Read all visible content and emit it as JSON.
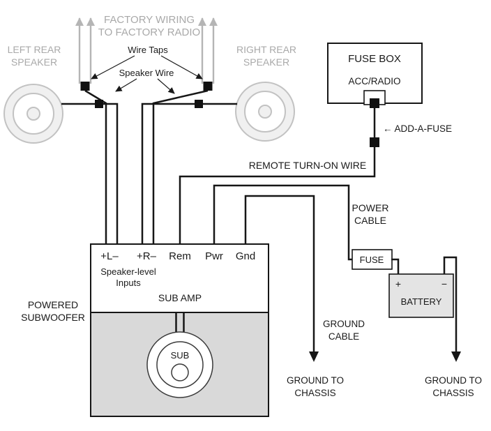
{
  "colors": {
    "teal": "#1e87a8",
    "maroon": "#8e2143",
    "gray": "#a9a9a9",
    "black": "#161616"
  },
  "labels": {
    "factory_wiring_1": "FACTORY WIRING",
    "factory_wiring_2": "TO FACTORY RADIO",
    "left_speaker_1": "LEFT REAR",
    "left_speaker_2": "SPEAKER",
    "right_speaker_1": "RIGHT REAR",
    "right_speaker_2": "SPEAKER",
    "wire_taps": "Wire Taps",
    "speaker_wire": "Speaker Wire",
    "fuse_box": "FUSE BOX",
    "acc_radio": "ACC/RADIO",
    "add_a_fuse": "← ADD-A-FUSE",
    "remote_turn_on": "REMOTE TURN-ON WIRE",
    "power_cable_1": "POWER",
    "power_cable_2": "CABLE",
    "fuse": "FUSE",
    "battery": "BATTERY",
    "battery_plus": "+",
    "battery_minus": "−",
    "term_left": "+L–",
    "term_right": "+R–",
    "term_rem": "Rem",
    "term_pwr": "Pwr",
    "term_gnd": "Gnd",
    "speaker_level_1": "Speaker-level",
    "speaker_level_2": "Inputs",
    "sub_amp": "SUB AMP",
    "powered_sub_1": "POWERED",
    "powered_sub_2": "SUBWOOFER",
    "sub": "SUB",
    "ground_cable_1": "GROUND",
    "ground_cable_2": "CABLE",
    "ground_chassis_left_1": "GROUND TO",
    "ground_chassis_left_2": "CHASSIS",
    "ground_chassis_right_1": "GROUND TO",
    "ground_chassis_right_2": "CHASSIS"
  }
}
